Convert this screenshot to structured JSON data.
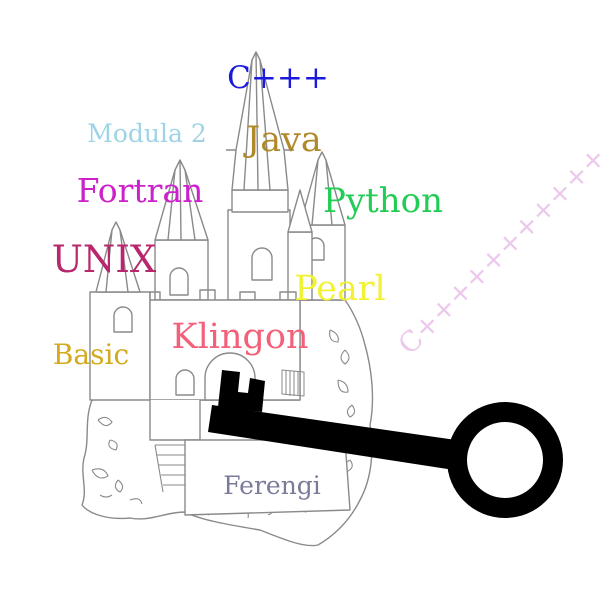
{
  "labels": {
    "cpp3": "C+++",
    "modula2": "Modula 2",
    "java": "Java",
    "fortran": "Fortran",
    "python": "Python",
    "unix": "UNIX",
    "pearl": "Pearl",
    "klingon": "Klingon",
    "basic": "Basic",
    "ferengi": "Ferengi",
    "cpp_long": "C++++++++++++"
  },
  "colors": {
    "cpp3": "#1a1adb",
    "modula2": "#9fd3e6",
    "java": "#b08a2a",
    "fortran": "#cc22cc",
    "python": "#22cc55",
    "unix": "#b8266b",
    "pearl": "#f2f233",
    "klingon": "#f2607a",
    "basic": "#d4aa1e",
    "ferengi": "#7a7a99",
    "cpp_long": "#ecc8ec",
    "castle_line": "#8a8a8a",
    "key": "#000000"
  },
  "icons": {
    "castle": "castle-illustration",
    "key": "key-icon"
  }
}
